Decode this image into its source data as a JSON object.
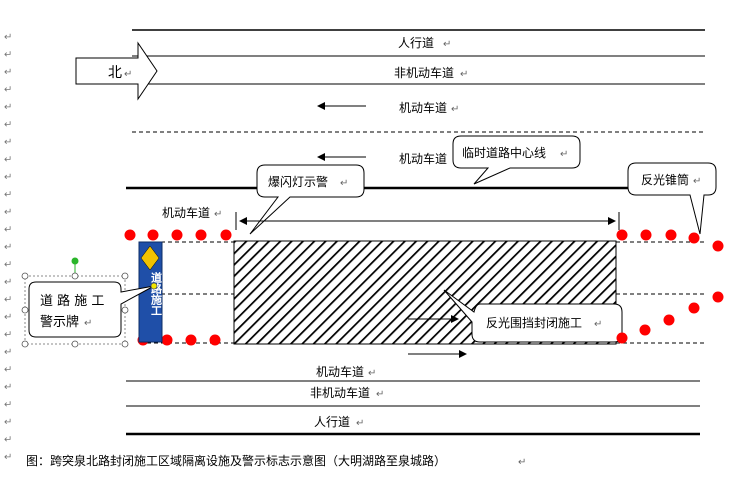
{
  "north_arrow": {
    "label": "北"
  },
  "lanes": {
    "top_sidewalk": "人行道",
    "top_nonmotor": "非机动车道",
    "top_motor_1": "机动车道",
    "top_motor_2": "机动车道",
    "left_motor": "机动车道",
    "bottom_motor": "机动车道",
    "bottom_nonmotor": "非机动车道",
    "bottom_sidewalk": "人行道"
  },
  "callouts": {
    "centerline": "临时道路中心线",
    "flash_light": "爆闪灯示警",
    "cone": "反光锥筒",
    "barrier": "反光围挡封闭施工"
  },
  "sign": {
    "board_text": "道路施工",
    "label_line1": "道 路 施 工",
    "label_line2": "警示牌"
  },
  "caption": "图：跨突泉北路封闭施工区域隔离设施及警示标志示意图（大明湖路至泉城路）",
  "colors": {
    "cone": "#ff0000",
    "sign_bg": "#1f4fa8",
    "sign_mark": "#f2c200",
    "handle": "#2ab52a",
    "line": "#000000"
  },
  "icons": [
    "paragraph-mark-icon",
    "north-arrow-icon",
    "cone-icon",
    "warning-sign-icon"
  ]
}
